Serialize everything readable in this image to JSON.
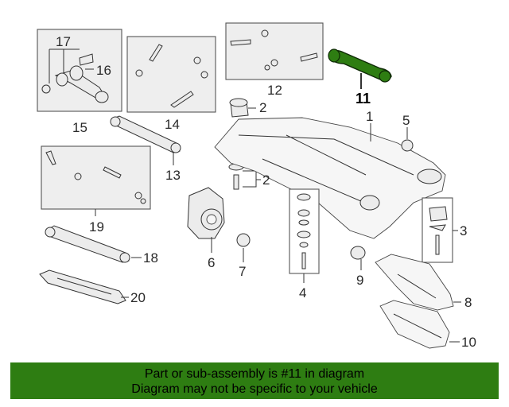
{
  "callouts": [
    {
      "id": "1",
      "text": "1"
    },
    {
      "id": "2a",
      "text": "2"
    },
    {
      "id": "2b",
      "text": "2"
    },
    {
      "id": "3",
      "text": "3"
    },
    {
      "id": "4",
      "text": "4"
    },
    {
      "id": "5",
      "text": "5"
    },
    {
      "id": "6",
      "text": "6"
    },
    {
      "id": "7",
      "text": "7"
    },
    {
      "id": "8",
      "text": "8"
    },
    {
      "id": "9",
      "text": "9"
    },
    {
      "id": "10",
      "text": "10"
    },
    {
      "id": "11",
      "text": "11"
    },
    {
      "id": "12",
      "text": "12"
    },
    {
      "id": "13",
      "text": "13"
    },
    {
      "id": "14",
      "text": "14"
    },
    {
      "id": "15",
      "text": "15"
    },
    {
      "id": "16",
      "text": "16"
    },
    {
      "id": "17",
      "text": "17"
    },
    {
      "id": "18",
      "text": "18"
    },
    {
      "id": "19",
      "text": "19"
    },
    {
      "id": "20",
      "text": "20"
    }
  ],
  "highlight": {
    "part": "11",
    "color": "#2e7d12"
  },
  "banner": {
    "line1": "Part or sub-assembly is #11 in diagram",
    "line2": "Diagram may not be specific to your vehicle",
    "background": "#2e7d12"
  }
}
